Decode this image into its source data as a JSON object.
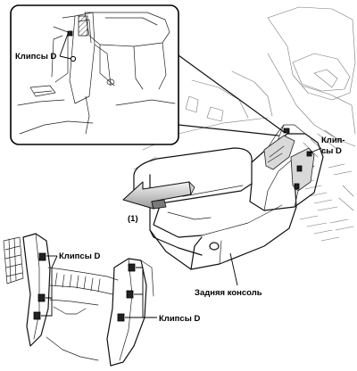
{
  "labels": {
    "clips_inset": "Клипсы D",
    "clips_right_line1": "Клип-",
    "clips_right_line2": "сы D",
    "direction_number": "(1)",
    "rear_console": "Задняя консоль",
    "clips_bottom_left": "Клипсы D",
    "clips_bottom_right": "Клипсы D"
  }
}
